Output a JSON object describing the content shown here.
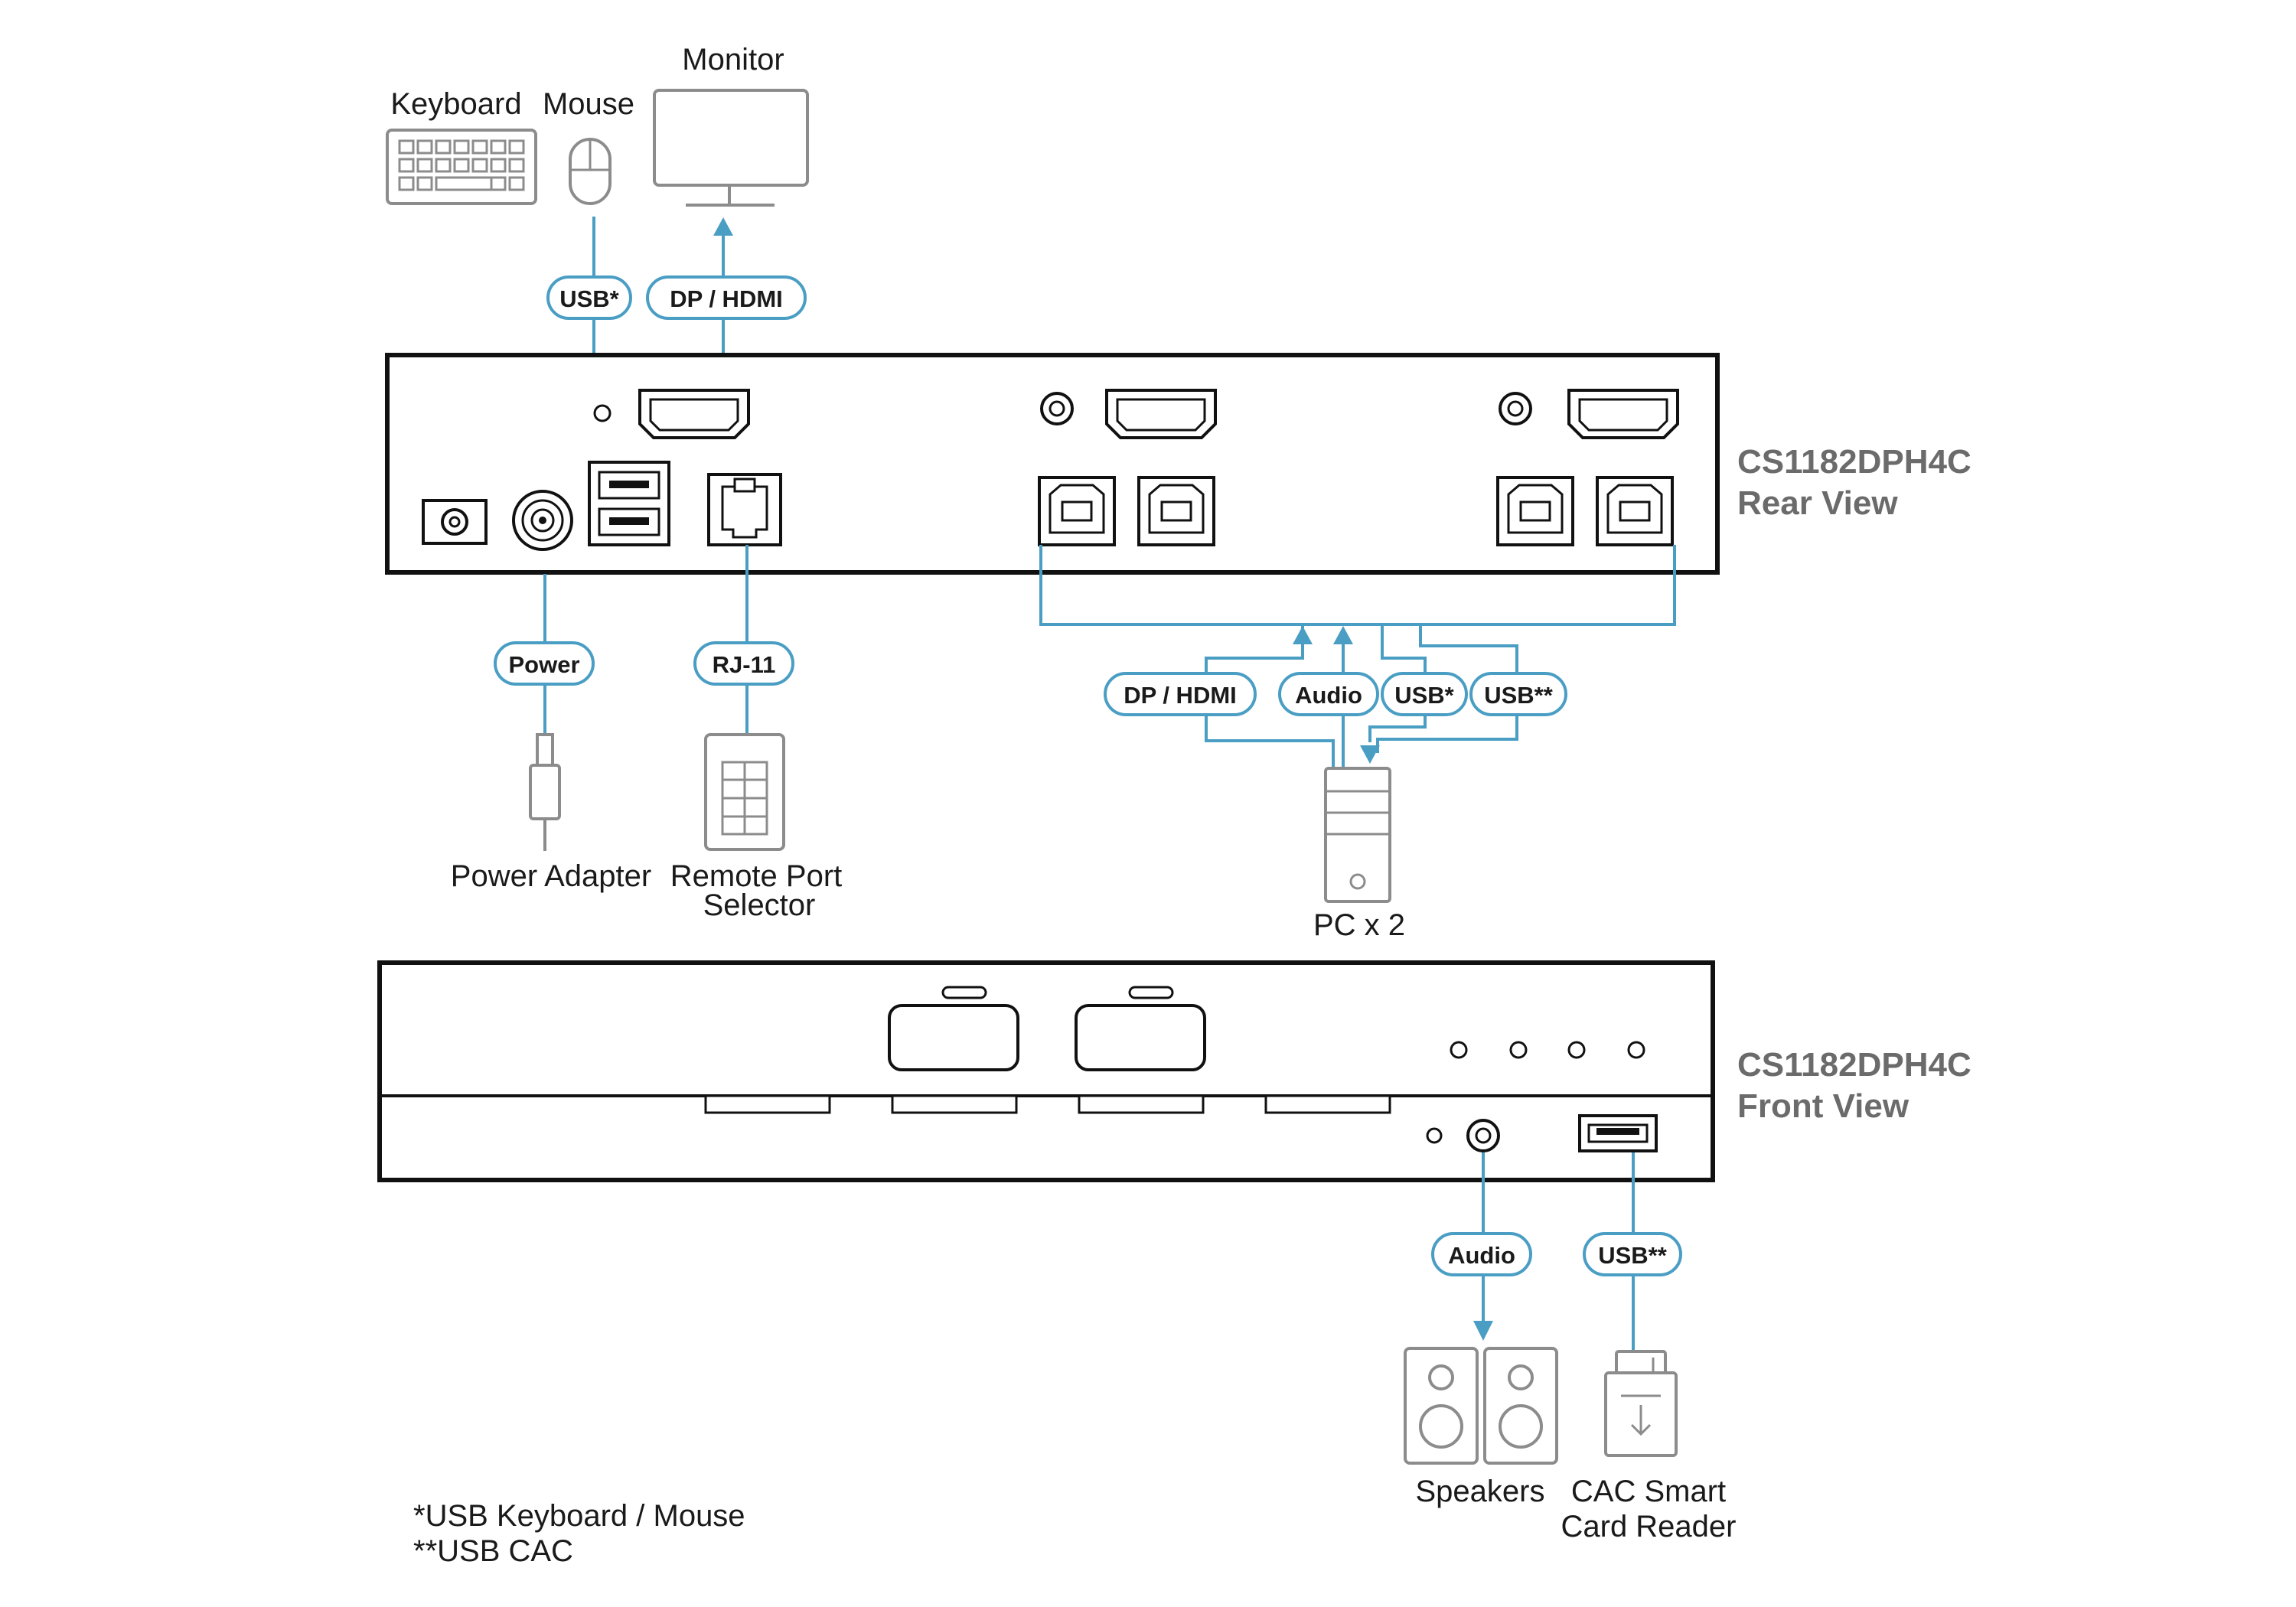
{
  "devices": {
    "monitor": "Monitor",
    "keyboard": "Keyboard",
    "mouse": "Mouse",
    "power_adapter": "Power Adapter",
    "remote_selector_line1": "Remote Port",
    "remote_selector_line2": "Selector",
    "pc": "PC x 2",
    "speakers": "Speakers",
    "cac_line1": "CAC Smart",
    "cac_line2": "Card Reader"
  },
  "rear_view": {
    "model": "CS1182DPH4C",
    "view": "Rear View"
  },
  "front_view": {
    "model": "CS1182DPH4C",
    "view": "Front View"
  },
  "cables": {
    "usb_kbm": "USB*",
    "dp_hdmi_top": "DP / HDMI",
    "power": "Power",
    "rj11": "RJ-11",
    "dp_hdmi_pc": "DP / HDMI",
    "audio_pc": "Audio",
    "usb_pc_kbm": "USB*",
    "usb_pc_cac": "USB**",
    "audio_front": "Audio",
    "usb_front": "USB**"
  },
  "footnotes": {
    "note1": "*USB Keyboard / Mouse",
    "note2": "**USB CAC"
  },
  "colors": {
    "cable": "#4a9ec4",
    "device_outline": "#8c8c8c",
    "unit_outline": "#111111",
    "view_title": "#6b6b6b"
  }
}
